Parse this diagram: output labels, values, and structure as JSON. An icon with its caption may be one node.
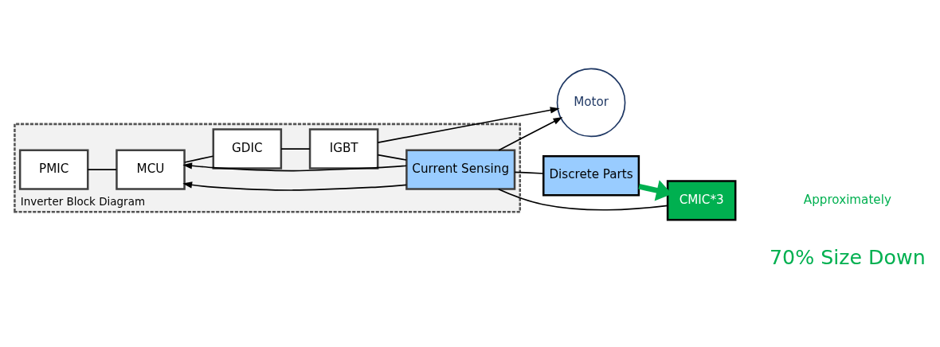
{
  "diagram": {
    "nodes": [
      {
        "text": [
          "Inverter Block Diagram"
        ]
      },
      {
        "text": [
          "PMIC"
        ],
        "in": 0
      },
      {
        "text": [
          "MCU"
        ],
        "in": 0
      },
      {
        "text": [
          "GDIC"
        ],
        "in": 0
      },
      {
        "text": [
          "IGBT"
        ],
        "in": 0
      },
      {
        "text": [
          "Current Sensing"
        ],
        "in": 0
      },
      {
        "text": [
          "Motor"
        ]
      },
      {
        "text": [
          "Discrete Parts"
        ]
      },
      {
        "text": [
          "CMIC*3"
        ]
      }
    ],
    "edges": [
      {
        "from": 1,
        "to": 2,
        "arrow": "none"
      },
      {
        "from": 2,
        "to": 3,
        "arrow": "none"
      },
      {
        "from": 3,
        "to": 4,
        "arrow": "none"
      },
      {
        "from": 4,
        "to": 6,
        "arrow": "to"
      },
      {
        "from": 5,
        "to": 2,
        "arrow": "to"
      },
      {
        "from": 5,
        "to": 2,
        "arrow": "to"
      },
      {
        "from": 4,
        "to": 5,
        "arrow": "none"
      },
      {
        "from": 5,
        "to": 6,
        "arrow": "to"
      },
      {
        "from": 5,
        "to": 7,
        "arrow": "none"
      },
      {
        "from": 5,
        "to": 8,
        "arrow": "none"
      },
      {
        "from": 7,
        "to": 8,
        "arrow": "to",
        "style": "thick",
        "color": "#00b050"
      }
    ],
    "labels": [
      "Approximately",
      "70% Size Down"
    ]
  }
}
